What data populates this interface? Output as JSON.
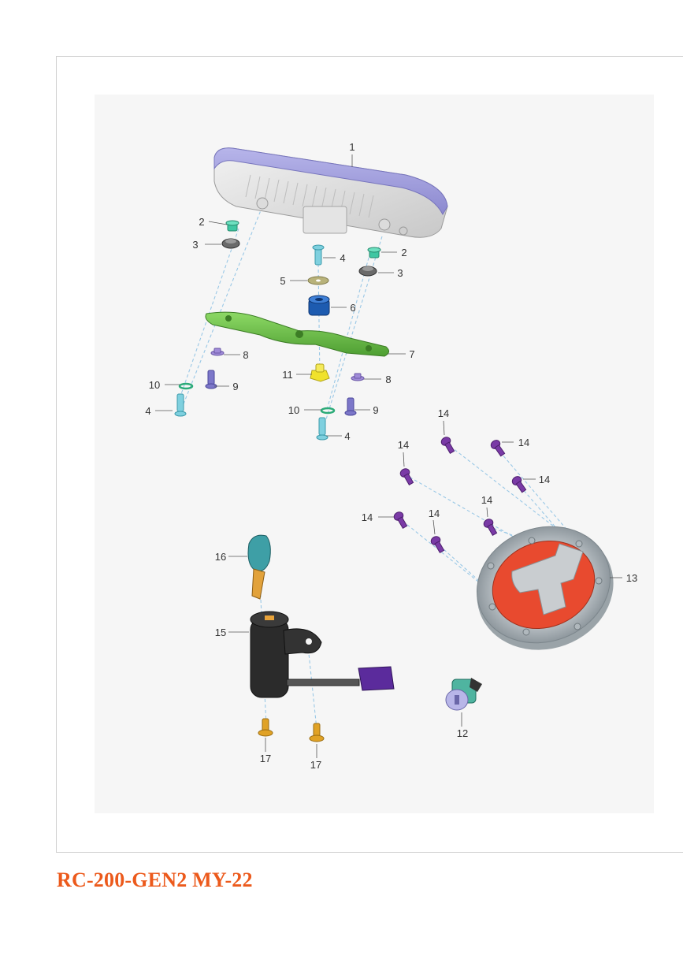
{
  "document": {
    "model_title": "RC-200-GEN2 MY-22"
  },
  "callouts": [
    {
      "label": "1"
    },
    {
      "label": "2"
    },
    {
      "label": "3"
    },
    {
      "label": "4"
    },
    {
      "label": "2"
    },
    {
      "label": "3"
    },
    {
      "label": "5"
    },
    {
      "label": "6"
    },
    {
      "label": "7"
    },
    {
      "label": "8"
    },
    {
      "label": "11"
    },
    {
      "label": "8"
    },
    {
      "label": "10"
    },
    {
      "label": "9"
    },
    {
      "label": "4"
    },
    {
      "label": "10"
    },
    {
      "label": "9"
    },
    {
      "label": "4"
    },
    {
      "label": "14"
    },
    {
      "label": "14"
    },
    {
      "label": "14"
    },
    {
      "label": "14"
    },
    {
      "label": "14"
    },
    {
      "label": "14"
    },
    {
      "label": "14"
    },
    {
      "label": "13"
    },
    {
      "label": "16"
    },
    {
      "label": "15"
    },
    {
      "label": "12"
    },
    {
      "label": "17"
    },
    {
      "label": "17"
    }
  ],
  "parts": [
    {
      "id": "instrument-cluster",
      "color": "#9a98d8"
    },
    {
      "id": "grommet-green",
      "color": "#3fc7a3"
    },
    {
      "id": "rubber-bush",
      "color": "#5a5a5a"
    },
    {
      "id": "bolt-cyan",
      "color": "#7fd0df"
    },
    {
      "id": "washer",
      "color": "#b8b27a"
    },
    {
      "id": "damper-blue",
      "color": "#1d5bb0"
    },
    {
      "id": "mounting-bracket",
      "color": "#68bd45"
    },
    {
      "id": "collar-purple",
      "color": "#a08bd8"
    },
    {
      "id": "bolt-lavender",
      "color": "#7c77c9"
    },
    {
      "id": "o-ring",
      "color": "#2bab78"
    },
    {
      "id": "nut-yellow",
      "color": "#f0e22b"
    },
    {
      "id": "seat-lock",
      "color": "#4fb4a0"
    },
    {
      "id": "fuel-cap",
      "color": "#e84a2f"
    },
    {
      "id": "bolt-violet",
      "color": "#7a3aa6"
    },
    {
      "id": "ignition-switch",
      "color": "#2b2b2b"
    },
    {
      "id": "key",
      "color": "#3e9fa6"
    },
    {
      "id": "bolt-gold",
      "color": "#e0a226"
    }
  ]
}
